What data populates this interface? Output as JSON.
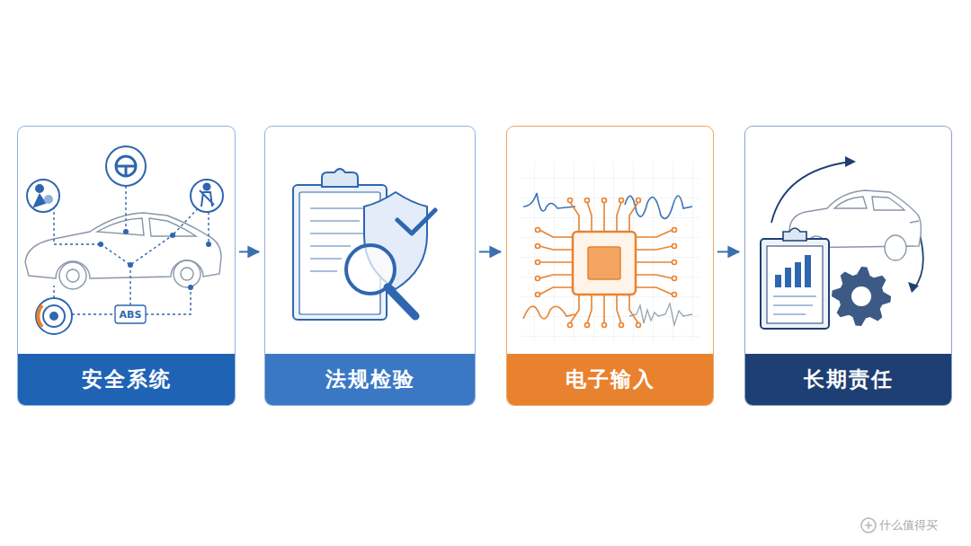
{
  "diagram": {
    "nodes": [
      {
        "text": [
          "安全系统"
        ]
      },
      {
        "text": [
          "法规检验"
        ]
      },
      {
        "text": [
          "电子输入"
        ]
      },
      {
        "text": [
          "长期责任"
        ]
      }
    ],
    "edges": [
      {
        "from": 0,
        "to": 1,
        "arrow": "to"
      },
      {
        "from": 1,
        "to": 2,
        "arrow": "to"
      },
      {
        "from": 2,
        "to": 3,
        "arrow": "to"
      }
    ],
    "labels": [
      "ABS",
      "什么值得买"
    ]
  }
}
